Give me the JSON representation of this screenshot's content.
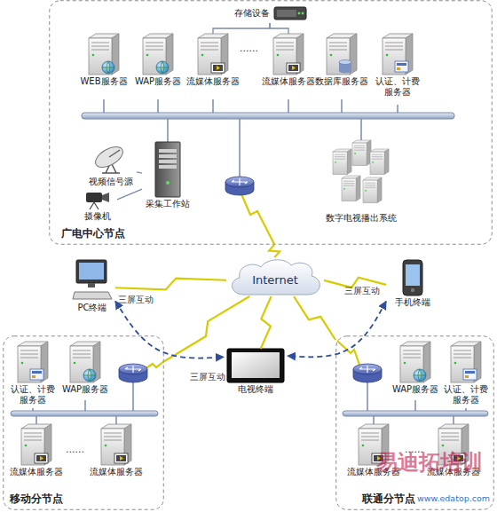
{
  "diagram": {
    "nodes": [
      {
        "text": [
          "广电中心节点"
        ]
      },
      {
        "text": [
          "存储设备"
        ],
        "in": 0
      },
      {
        "text": [
          "WEB服务器"
        ],
        "in": 0
      },
      {
        "text": [
          "WAP服务器"
        ],
        "in": 0
      },
      {
        "text": [
          "流媒体服务器"
        ],
        "in": 0
      },
      {
        "text": [
          "流媒体服务器"
        ],
        "in": 0
      },
      {
        "text": [
          "数据库服务器"
        ],
        "in": 0
      },
      {
        "text": [
          "认证、计费服务器"
        ],
        "in": 0
      },
      {
        "text": [
          "视频信号源"
        ],
        "in": 0
      },
      {
        "text": [
          "采集工作站"
        ],
        "in": 0
      },
      {
        "text": [
          "摄像机"
        ],
        "in": 0
      },
      {
        "text": [
          "数字电视播出系统"
        ],
        "in": 0
      },
      {
        "text": [
          "Internet"
        ]
      },
      {
        "text": [
          "PC终端"
        ]
      },
      {
        "text": [
          "手机终端"
        ]
      },
      {
        "text": [
          "电视终端"
        ]
      },
      {
        "text": [
          "移动分节点"
        ]
      },
      {
        "text": [
          "认证、计费服务器"
        ],
        "in": 16
      },
      {
        "text": [
          "WAP服务器"
        ],
        "in": 16
      },
      {
        "text": [
          "流媒体服务器"
        ],
        "in": 16
      },
      {
        "text": [
          "流媒体服务器"
        ],
        "in": 16
      },
      {
        "text": [
          "联通分节点"
        ]
      },
      {
        "text": [
          "WAP服务器"
        ],
        "in": 21
      },
      {
        "text": [
          "认证、计费服务器"
        ],
        "in": 21
      },
      {
        "text": [
          "流媒体服务器"
        ],
        "in": 21
      },
      {
        "text": [
          "流媒体服务器"
        ],
        "in": 21
      }
    ],
    "edges": [
      {
        "from": 1,
        "to": 4,
        "arrow": "none"
      },
      {
        "from": 1,
        "to": 5,
        "arrow": "none"
      },
      {
        "from": 8,
        "to": 9,
        "arrow": "none"
      },
      {
        "from": 10,
        "to": 9,
        "arrow": "none"
      },
      {
        "from": 12,
        "to": 0,
        "arrow": "none"
      },
      {
        "from": 12,
        "to": 13,
        "arrow": "none"
      },
      {
        "from": 12,
        "to": 14,
        "arrow": "none"
      },
      {
        "from": 12,
        "to": 15,
        "arrow": "none"
      },
      {
        "from": 12,
        "to": 16,
        "arrow": "none"
      },
      {
        "from": 12,
        "to": 21,
        "arrow": "none"
      },
      {
        "from": 13,
        "to": 15,
        "label": "三屏互动",
        "arrow": "both"
      },
      {
        "from": 14,
        "to": 15,
        "label": "三屏互动",
        "arrow": "both"
      }
    ],
    "labels": [
      "......",
      "......",
      "......",
      "三屏互动",
      "易迪拓培训",
      "www.edatop.com"
    ]
  }
}
